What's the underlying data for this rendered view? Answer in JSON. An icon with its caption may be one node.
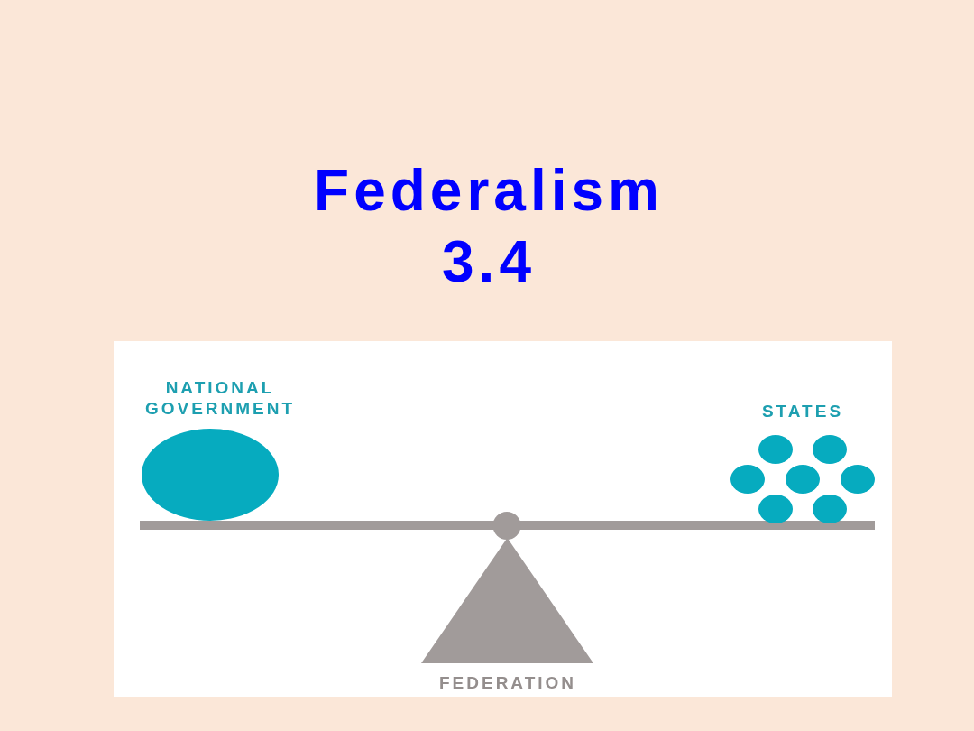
{
  "diagram": {
    "title": "Federalism 3.4",
    "nodes": [
      {
        "text": [
          "NATIONAL GOVERNMENT"
        ]
      },
      {
        "text": [
          "STATES"
        ]
      },
      {
        "text": [
          "FEDERATION"
        ]
      }
    ]
  }
}
